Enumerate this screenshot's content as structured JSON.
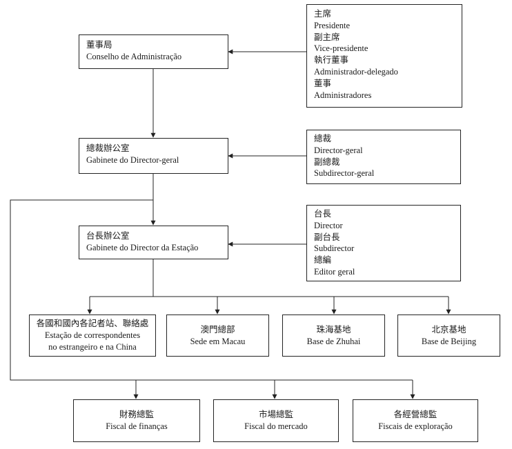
{
  "main_boxes": {
    "board": [
      "董事局",
      "Conselho de Administração"
    ],
    "gabinete_dg": [
      "總裁辦公室",
      "Gabinete do Director-geral"
    ],
    "gabinete_estacao": [
      "台長辦公室",
      "Gabinete do Director da Estação"
    ]
  },
  "member_boxes": {
    "board_members": [
      "主席",
      "Presidente",
      "副主席",
      "Vice-presidente",
      "執行董事",
      "Administrador-delegado",
      "董事",
      "Administradores"
    ],
    "dg_members": [
      "總裁",
      "Director-geral",
      "副總裁",
      "Subdirector-geral"
    ],
    "station_members": [
      "台長",
      "Director",
      "副台長",
      "Subdirector",
      "總編",
      "Editor geral"
    ]
  },
  "stations": [
    [
      "各國和國內各記者站、聯絡處",
      "Estação de correspondentes",
      "no estrangeiro e na China"
    ],
    [
      "澳門總部",
      "Sede em Macau"
    ],
    [
      "珠海基地",
      "Base de Zhuhai"
    ],
    [
      "北京基地",
      "Base de Beijing"
    ]
  ],
  "fiscals": [
    [
      "財務總監",
      "Fiscal de finanças"
    ],
    [
      "市場總監",
      "Fiscal do mercado"
    ],
    [
      "各經營總監",
      "Fiscais de exploração"
    ]
  ]
}
